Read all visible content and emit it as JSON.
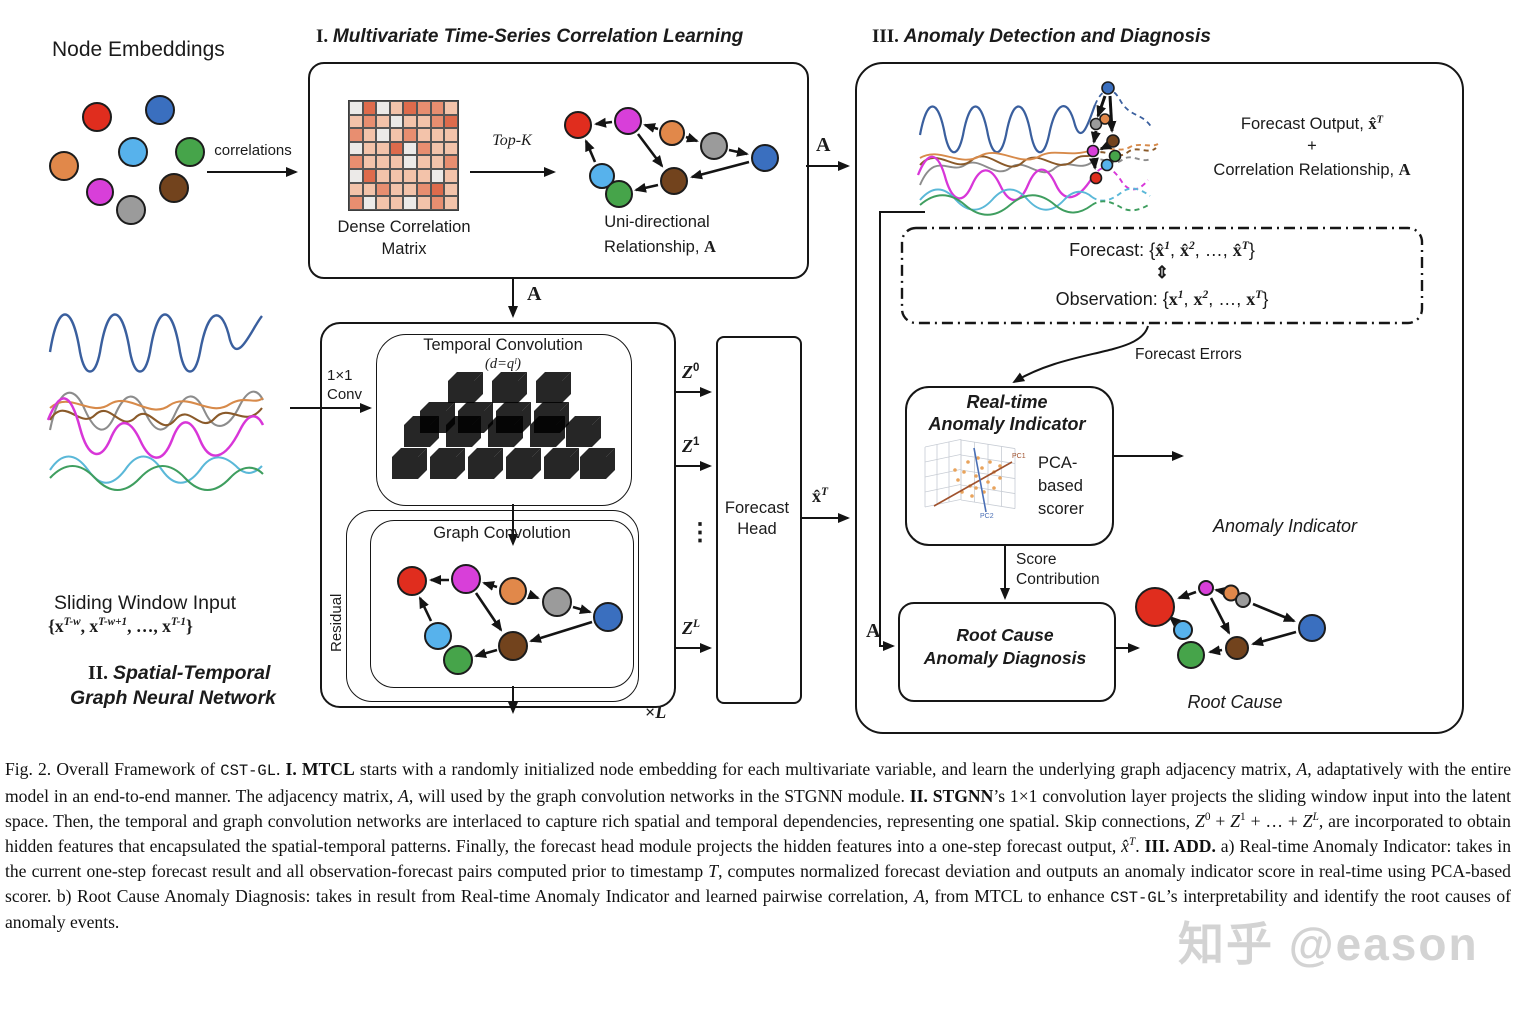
{
  "palette": {
    "red": "#e02d1e",
    "blue": "#3a6fbf",
    "lblue": "#57b2ec",
    "green": "#46a44a",
    "orange": "#e1884a",
    "magenta": "#d83fd9",
    "brown": "#72431d",
    "gray": "#9b9b9b",
    "anomaly_red": "#e4281c",
    "line": "#141414"
  },
  "node_embeddings": {
    "title": "Node Embeddings"
  },
  "mtcl": {
    "header": [
      {
        "t": "I. ",
        "c": "rn"
      },
      {
        "t": "Multivariate Time-Series Correlation Learning",
        "c": "ti"
      }
    ],
    "correlations": "correlations",
    "topk": "Top-K",
    "matrix_caption": "Dense Correlation\nMatrix",
    "uni_line1": "Uni-directional",
    "uni_line2": [
      {
        "t": "Relationship, "
      },
      {
        "t": "A",
        "c": "rb"
      }
    ],
    "a_right": "A",
    "a_down": "A"
  },
  "matrix": {
    "colors": [
      "#eceae8",
      "#f3c3aa",
      "#e88e70",
      "#de6b4c"
    ],
    "pattern": [
      "03013221",
      "12101123",
      "21012111",
      "01130211",
      "21110112",
      "03111101",
      "11211231",
      "20110121"
    ]
  },
  "sliding": {
    "title": "Sliding Window Input",
    "formula": [
      {
        "t": "{"
      },
      {
        "t": "x",
        "c": "b"
      },
      {
        "t": "T-w",
        "c": "sup bi"
      },
      {
        "t": ", "
      },
      {
        "t": "x",
        "c": "b"
      },
      {
        "t": "T-w+1",
        "c": "sup bi"
      },
      {
        "t": ", …, "
      },
      {
        "t": "x",
        "c": "b"
      },
      {
        "t": "T-1",
        "c": "sup bi"
      },
      {
        "t": "}"
      }
    ]
  },
  "stgnn": {
    "label_line1": [
      {
        "t": "II. ",
        "c": "rn"
      },
      {
        "t": "Spatial-Temporal",
        "c": "ti"
      }
    ],
    "label_line2": [
      {
        "t": "Graph Neural Network",
        "c": "ti"
      }
    ],
    "conv1x1": "1×1\nConv",
    "temporal_title": "Temporal Convolution",
    "temporal_sub": "(d=qˡ)",
    "graph_title": "Graph Convolution",
    "residual": "Residual",
    "xl": [
      {
        "t": "×"
      },
      {
        "t": "L",
        "c": "bi"
      }
    ],
    "z0": [
      {
        "t": "Z",
        "c": "bi"
      },
      {
        "t": "0",
        "c": "sup b"
      }
    ],
    "z1": [
      {
        "t": "Z",
        "c": "bi"
      },
      {
        "t": "1",
        "c": "sup b"
      }
    ],
    "dots": "⋮",
    "zl": [
      {
        "t": "Z",
        "c": "bi"
      },
      {
        "t": "L",
        "c": "sup bi"
      }
    ]
  },
  "forecast_head": {
    "label": "Forecast\nHead",
    "xhat": [
      {
        "t": "x̂",
        "c": "b"
      },
      {
        "t": "T",
        "c": "sup bi"
      }
    ]
  },
  "add": {
    "header": [
      {
        "t": "III. ",
        "c": "rn"
      },
      {
        "t": "Anomaly Detection and Diagnosis",
        "c": "ti"
      }
    ],
    "forecast_output": [
      {
        "t": "Forecast Output, "
      },
      {
        "t": "x̂",
        "c": "rb"
      },
      {
        "t": "T",
        "c": "sup bi"
      }
    ],
    "plus": "+",
    "corr_rel": [
      {
        "t": "Correlation Relationship, "
      },
      {
        "t": "A",
        "c": "rb"
      }
    ],
    "forecast_line": [
      {
        "t": "Forecast: {"
      },
      {
        "t": "x̂",
        "c": "rb"
      },
      {
        "t": "1",
        "c": "sup bi"
      },
      {
        "t": ", "
      },
      {
        "t": "x̂",
        "c": "rb"
      },
      {
        "t": "2",
        "c": "sup bi"
      },
      {
        "t": ", …, "
      },
      {
        "t": "x̂",
        "c": "rb"
      },
      {
        "t": "T",
        "c": "sup bi"
      },
      {
        "t": "}"
      }
    ],
    "updown": "⇕",
    "observation_line": [
      {
        "t": "Observation: {"
      },
      {
        "t": "x",
        "c": "rb"
      },
      {
        "t": "1",
        "c": "sup bi"
      },
      {
        "t": ", "
      },
      {
        "t": "x",
        "c": "rb"
      },
      {
        "t": "2",
        "c": "sup bi"
      },
      {
        "t": ", …, "
      },
      {
        "t": "x",
        "c": "rb"
      },
      {
        "t": "T",
        "c": "sup bi"
      },
      {
        "t": "}"
      }
    ],
    "forecast_errors": "Forecast Errors",
    "rtai_line1": "Real-time",
    "rtai_line2": "Anomaly Indicator",
    "pca": "PCA-\nbased\nscorer",
    "pc1": "PC1",
    "pc2": "PC2",
    "anomaly_indicator": "Anomaly Indicator",
    "score_contribution": "Score\nContribution",
    "a_label": "A",
    "rcad_line1": "Root Cause",
    "rcad_line2": "Anomaly Diagnosis",
    "root_cause": "Root Cause"
  },
  "caption": {
    "segments": [
      {
        "t": "Fig. 2.   Overall Framework of "
      },
      {
        "t": "CST-GL",
        "c": "m"
      },
      {
        "t": ". "
      },
      {
        "t": "I. MTCL",
        "c": "b"
      },
      {
        "t": " starts with a randomly initialized node embedding for each multivariate variable, and learn the underlying graph adjacency matrix, "
      },
      {
        "t": "A",
        "c": "i"
      },
      {
        "t": ", adaptatively with the entire model in an end-to-end manner. The adjacency matrix, "
      },
      {
        "t": "A",
        "c": "i"
      },
      {
        "t": ", will used by the graph convolution networks in the STGNN module. "
      },
      {
        "t": "II. STGNN",
        "c": "b"
      },
      {
        "t": "’s 1×1 convolution layer projects the sliding window input into the latent space. Then, the temporal and graph convolution networks are interlaced to capture rich spatial and temporal dependencies, representing one spatial. Skip connections, "
      },
      {
        "t": "Z",
        "c": "i"
      },
      {
        "t": "0",
        "c": "sup"
      },
      {
        "t": " + "
      },
      {
        "t": "Z",
        "c": "i"
      },
      {
        "t": "1",
        "c": "sup"
      },
      {
        "t": " + … + "
      },
      {
        "t": "Z",
        "c": "i"
      },
      {
        "t": "L",
        "c": "sup i"
      },
      {
        "t": ", are incorporated to obtain hidden features that encapsulated the spatial-temporal patterns. Finally, the forecast head module projects the hidden features into a one-step forecast output, "
      },
      {
        "t": "x̂",
        "c": "i"
      },
      {
        "t": "T",
        "c": "sup i"
      },
      {
        "t": ". "
      },
      {
        "t": "III. ADD.",
        "c": "b"
      },
      {
        "t": " a) Real-time Anomaly Indicator: takes in the current one-step forecast result and all observation-forecast pairs computed prior to timestamp "
      },
      {
        "t": "T",
        "c": "i"
      },
      {
        "t": ", computes normalized forecast deviation and outputs an anomaly indicator score in real-time using PCA-based scorer. b) Root Cause Anomaly Diagnosis: takes in result from Real-time Anomaly Indicator and learned pairwise correlation, "
      },
      {
        "t": "A",
        "c": "i"
      },
      {
        "t": ", from MTCL to enhance "
      },
      {
        "t": "CST-GL",
        "c": "m"
      },
      {
        "t": "’s interpretability and identify the root causes of anomaly events."
      }
    ]
  },
  "watermark": "知乎 @eason"
}
